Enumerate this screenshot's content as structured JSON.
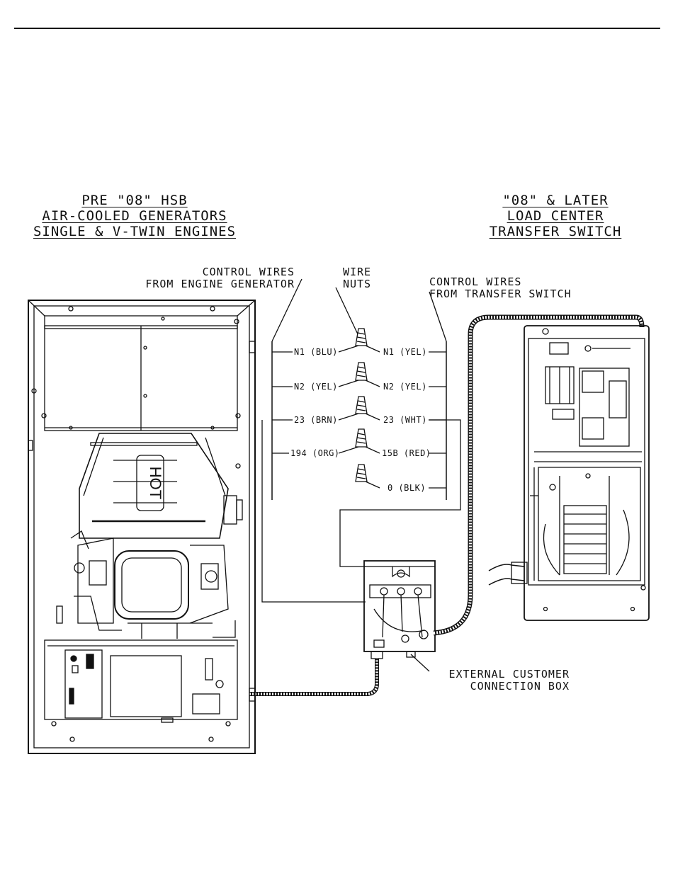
{
  "left_title": {
    "line1": "PRE \"08\" HSB",
    "line2": "AIR-COOLED GENERATORS",
    "line3": "SINGLE & V-TWIN ENGINES"
  },
  "right_title": {
    "line1": "\"08\" & LATER",
    "line2": "LOAD CENTER",
    "line3": "TRANSFER SWITCH"
  },
  "callouts": {
    "generator_wires": [
      "CONTROL WIRES",
      "FROM ENGINE GENERATOR"
    ],
    "wire_nuts": [
      "WIRE",
      "NUTS"
    ],
    "switch_wires": [
      "CONTROL WIRES",
      "FROM TRANSFER SWITCH"
    ],
    "connection_box": [
      "EXTERNAL CUSTOMER",
      "CONNECTION BOX"
    ]
  },
  "hot_label": "HOT",
  "wire_connections": [
    {
      "generator": "N1 (BLU)",
      "switch": "N1 (YEL)"
    },
    {
      "generator": "N2 (YEL)",
      "switch": "N2 (YEL)"
    },
    {
      "generator": "23 (BRN)",
      "switch": "23 (WHT)"
    },
    {
      "generator": "194 (ORG)",
      "switch": "15B (RED)"
    },
    {
      "generator": "",
      "switch": "0 (BLK)"
    }
  ]
}
